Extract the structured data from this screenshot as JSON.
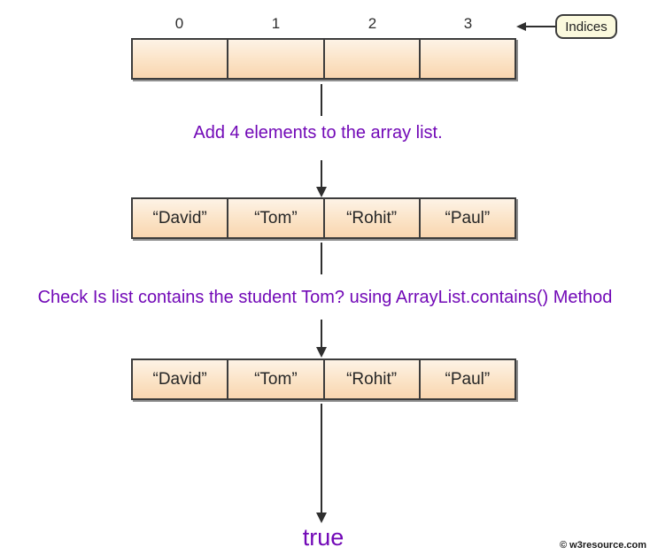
{
  "diagram": {
    "indices_callout": "Indices",
    "index_labels": [
      "0",
      "1",
      "2",
      "3"
    ],
    "arrays": {
      "empty": [
        "",
        "",
        "",
        ""
      ],
      "values": [
        "“David”",
        "“Tom”",
        "“Rohit”",
        "“Paul”"
      ]
    },
    "captions": {
      "step1": "Add 4 elements to the array list.",
      "step2": "Check Is list contains the student Tom? using ArrayList.contains() Method",
      "result": "true"
    },
    "watermark": "© w3resource.com",
    "colors": {
      "accent_purple": "#7209b7",
      "cell_gradient_top": "#fdf3e6",
      "cell_gradient_bottom": "#f9d6b0",
      "border": "#3c3c3c",
      "callout_bg": "#fbf9dd",
      "arrow": "#2f2f2f"
    }
  }
}
